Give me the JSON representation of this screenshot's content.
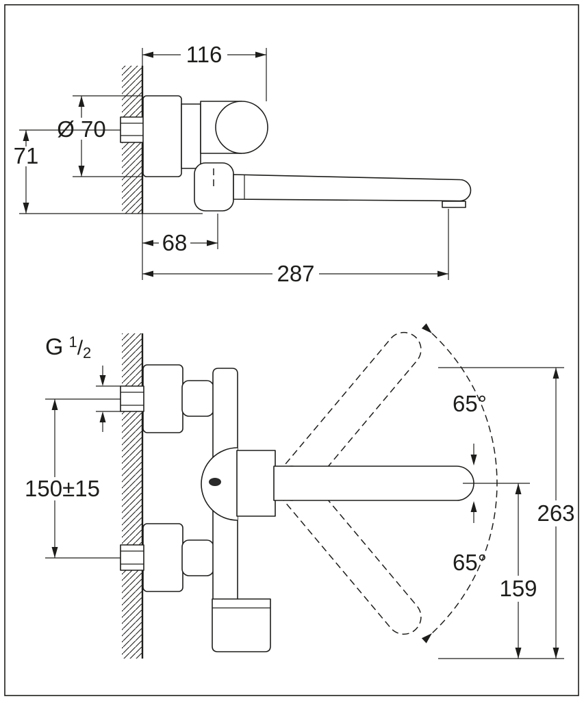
{
  "drawing": {
    "background": "#ffffff",
    "line_color": "#1d1d1b"
  },
  "top_view": {
    "dimensions": {
      "width_from_wall": "116",
      "escutcheon_diameter": "Ø 70",
      "height_below_center": "71",
      "pivot_offset": "68",
      "spout_reach": "287"
    }
  },
  "front_view": {
    "thread": {
      "prefix": "G",
      "numerator": "1",
      "slash": "/",
      "denominator": "2"
    },
    "dimensions": {
      "inlet_spacing": "150±15",
      "swivel_angle_upper": "65°",
      "swivel_angle_lower": "65°",
      "overall_height": "263",
      "spout_to_bottom": "159"
    }
  }
}
